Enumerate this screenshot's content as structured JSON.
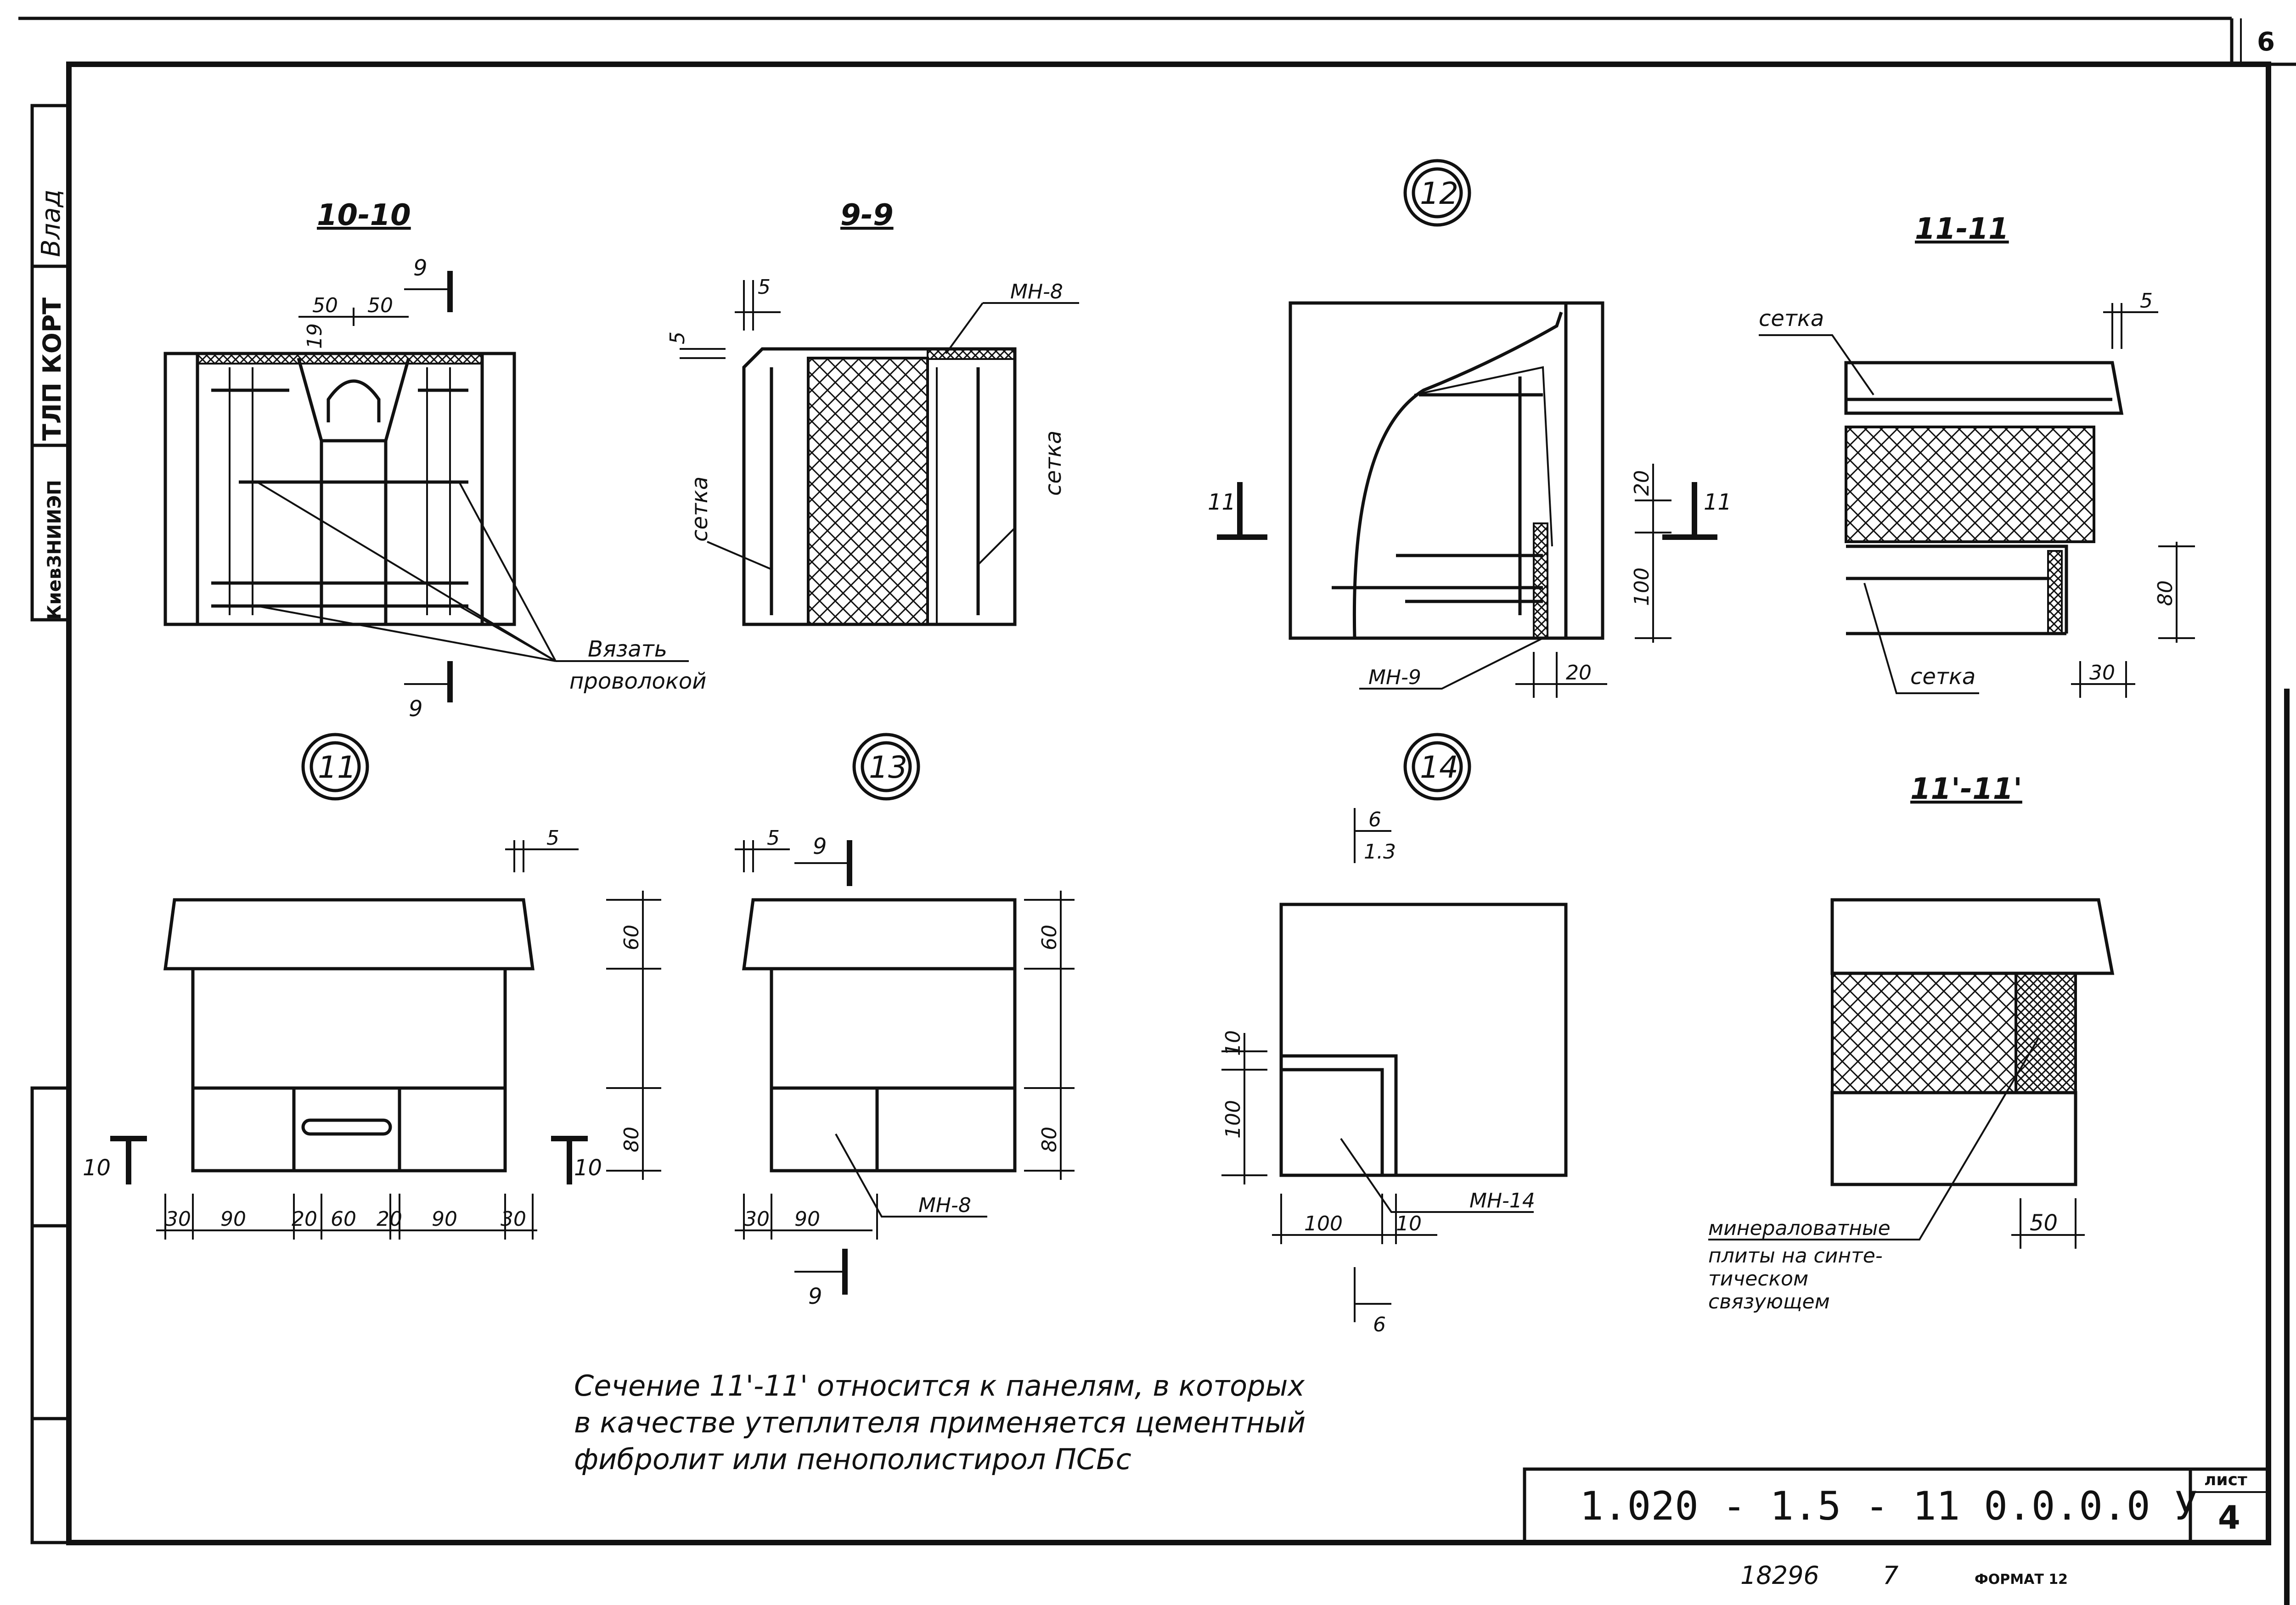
{
  "page_number": "6",
  "side_stamp": {
    "line1": "ТЛП КОРТ",
    "line2": "КиевЗНИИЭП",
    "signature": "Влад"
  },
  "details": {
    "d12": "12",
    "d11": "11",
    "d13": "13",
    "d14": "14"
  },
  "sections": {
    "s10": "10-10",
    "s9": "9-9",
    "s11": "11-11",
    "s11p": "11'-11'"
  },
  "labels": {
    "setka": "сетка",
    "vyazat1": "Вязать",
    "vyazat2": "проволокой",
    "mn8": "МН-8",
    "mn9": "МН-9",
    "mn14": "МН-14",
    "min1": "минераловатные",
    "min2": "плиты на синте-",
    "min3": "тическом",
    "min4": "связующем"
  },
  "dims": {
    "d5": "5",
    "d9": "9",
    "d10": "10",
    "d11": "11",
    "d50": "50",
    "d19": "19",
    "d20": "20",
    "d100": "100",
    "d80": "80",
    "d30": "30",
    "d60": "60",
    "d90": "90",
    "d6": "6",
    "d13": "1.3"
  },
  "note": {
    "line1": "Сечение 11'-11' относится к панелям, в которых",
    "line2": "в качестве утеплителя применяется цементный",
    "line3": "фибролит или пенополистирол ПСБс"
  },
  "title_block": {
    "code": "1.020 - 1.5 - 11  0.0.0.0 У",
    "sheet_label": "лист",
    "sheet": "4"
  },
  "footer": {
    "number": "18296",
    "copy": "7",
    "format": "ФОРМАТ 12"
  }
}
